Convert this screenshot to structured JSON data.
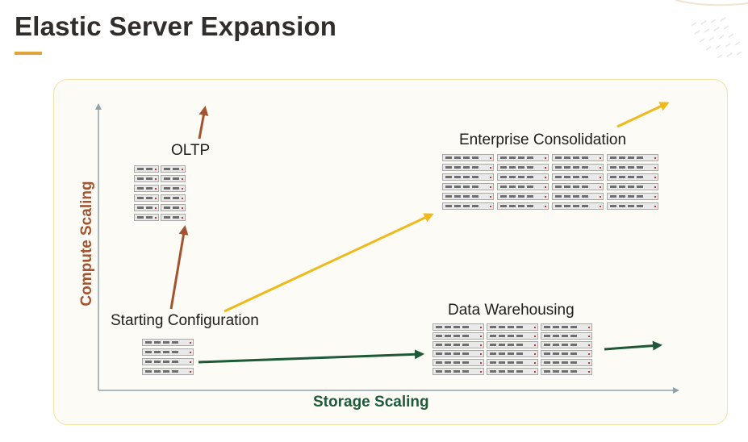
{
  "slide": {
    "title": "Elastic Server Expansion"
  },
  "diagram": {
    "axes": {
      "x_label": "Storage Scaling",
      "y_label": "Compute Scaling"
    },
    "nodes": [
      {
        "id": "starting",
        "label": "Starting Configuration"
      },
      {
        "id": "oltp",
        "label": "OLTP"
      },
      {
        "id": "enterprise",
        "label": "Enterprise Consolidation"
      },
      {
        "id": "warehouse",
        "label": "Data Warehousing"
      }
    ],
    "colors": {
      "compute_arrow": "#a3542f",
      "consolidation_arrow": "#f0b91b",
      "storage_arrow": "#1e5a37",
      "accent": "#e0a43c"
    }
  }
}
